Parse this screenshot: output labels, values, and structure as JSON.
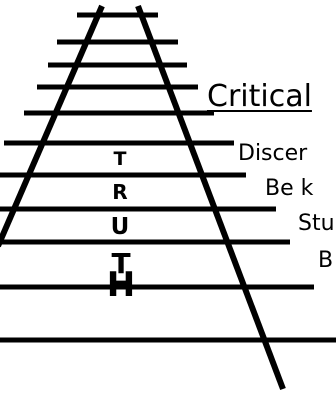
{
  "title": "Critical",
  "lines": [
    "Discer",
    "Be k",
    "Stu",
    "B"
  ],
  "truth_letters": [
    "T",
    "R",
    "U",
    "T",
    "H"
  ],
  "colors": {
    "background": "#ffffff",
    "ink": "#000000"
  }
}
